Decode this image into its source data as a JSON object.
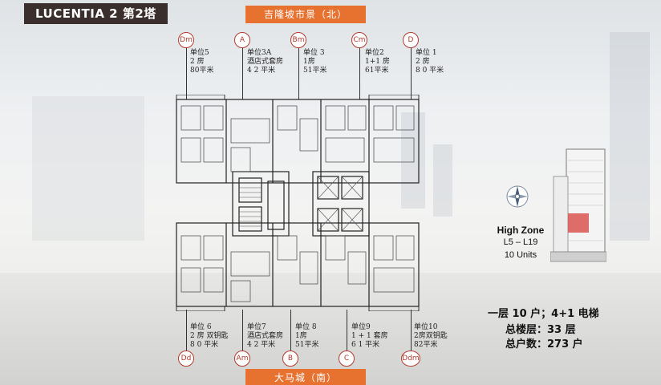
{
  "header": {
    "title": "LUCENTIA 2 第2塔"
  },
  "orientation": {
    "north_label": "吉隆坡市景（北）",
    "south_label": "大马城（南）"
  },
  "top_units": [
    {
      "marker": "Dm",
      "lines": [
        "单位5",
        "2 房",
        "80平米"
      ]
    },
    {
      "marker": "A",
      "lines": [
        "单位3A",
        "酒店式套房",
        "4 2 平米"
      ]
    },
    {
      "marker": "Bm",
      "lines": [
        "单位 3",
        "1房",
        "51平米"
      ]
    },
    {
      "marker": "Cm",
      "lines": [
        "单位2",
        "1+1 房",
        "61平米"
      ]
    },
    {
      "marker": "D",
      "lines": [
        "单位 1",
        "2 房",
        "8 0 平米"
      ]
    }
  ],
  "bottom_units": [
    {
      "marker": "Dd",
      "lines": [
        "单位 6",
        "2 房 双钥匙",
        "8 0 平米"
      ]
    },
    {
      "marker": "Am",
      "lines": [
        "单位7",
        "酒店式套房",
        "4 2 平米"
      ]
    },
    {
      "marker": "B",
      "lines": [
        "单位 8",
        "1房",
        "51平米"
      ]
    },
    {
      "marker": "C",
      "lines": [
        "单位9",
        "1 + 1 套房",
        "6 1 平米"
      ]
    },
    {
      "marker": "Ddm",
      "lines": [
        "单位10",
        "2房双钥匙",
        "82平米"
      ]
    }
  ],
  "zone": {
    "title": "High Zone",
    "range": "L5 – L19",
    "units": "10 Units"
  },
  "stats": {
    "units_per_floor": "一层 10 户；4+1 电梯",
    "total_floors": "总楼层：33 层",
    "total_units": "总户数：273 户"
  },
  "colors": {
    "accent_orange": "#e7712f",
    "marker_red": "#b23a2f",
    "badge_dark": "#3a2f2c",
    "tower_highlight": "#d9534f"
  }
}
